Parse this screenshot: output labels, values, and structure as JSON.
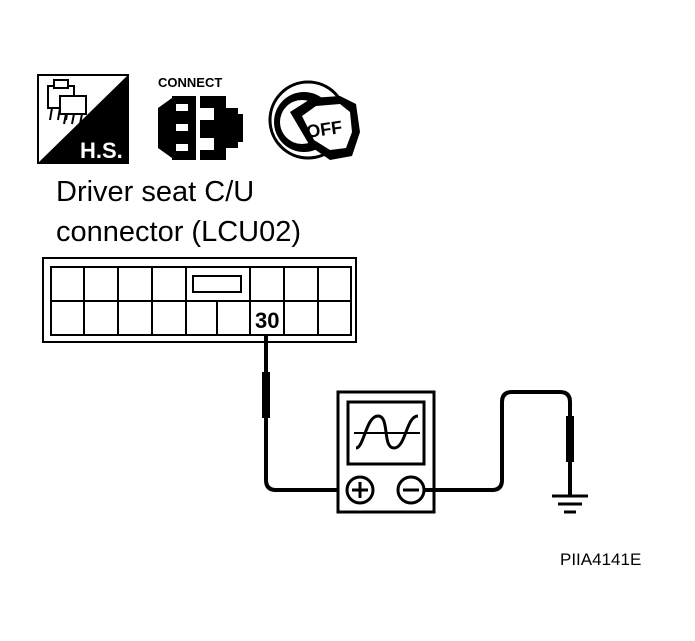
{
  "icons": {
    "hs": {
      "label": "H.S."
    },
    "connect": {
      "label": "CONNECT"
    },
    "ignition": {
      "label": "OFF"
    }
  },
  "connector": {
    "title_line1": "Driver seat C/U",
    "title_line2": "connector (LCU02)",
    "terminal": "30"
  },
  "diagram_code": "PIIA4141E"
}
